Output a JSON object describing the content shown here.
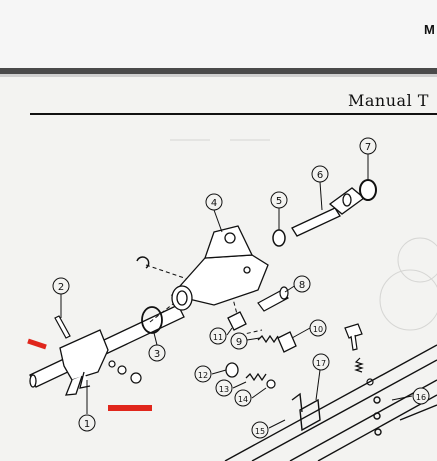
{
  "header": {
    "code_text": "M"
  },
  "section": {
    "title": "Manual T"
  },
  "diagram": {
    "callouts": [
      "1",
      "2",
      "3",
      "4",
      "5",
      "6",
      "7",
      "8",
      "9",
      "10",
      "11",
      "12",
      "13",
      "14",
      "15",
      "16",
      "17"
    ]
  },
  "colors": {
    "annotation": "#e0261c",
    "ink": "#111111"
  }
}
